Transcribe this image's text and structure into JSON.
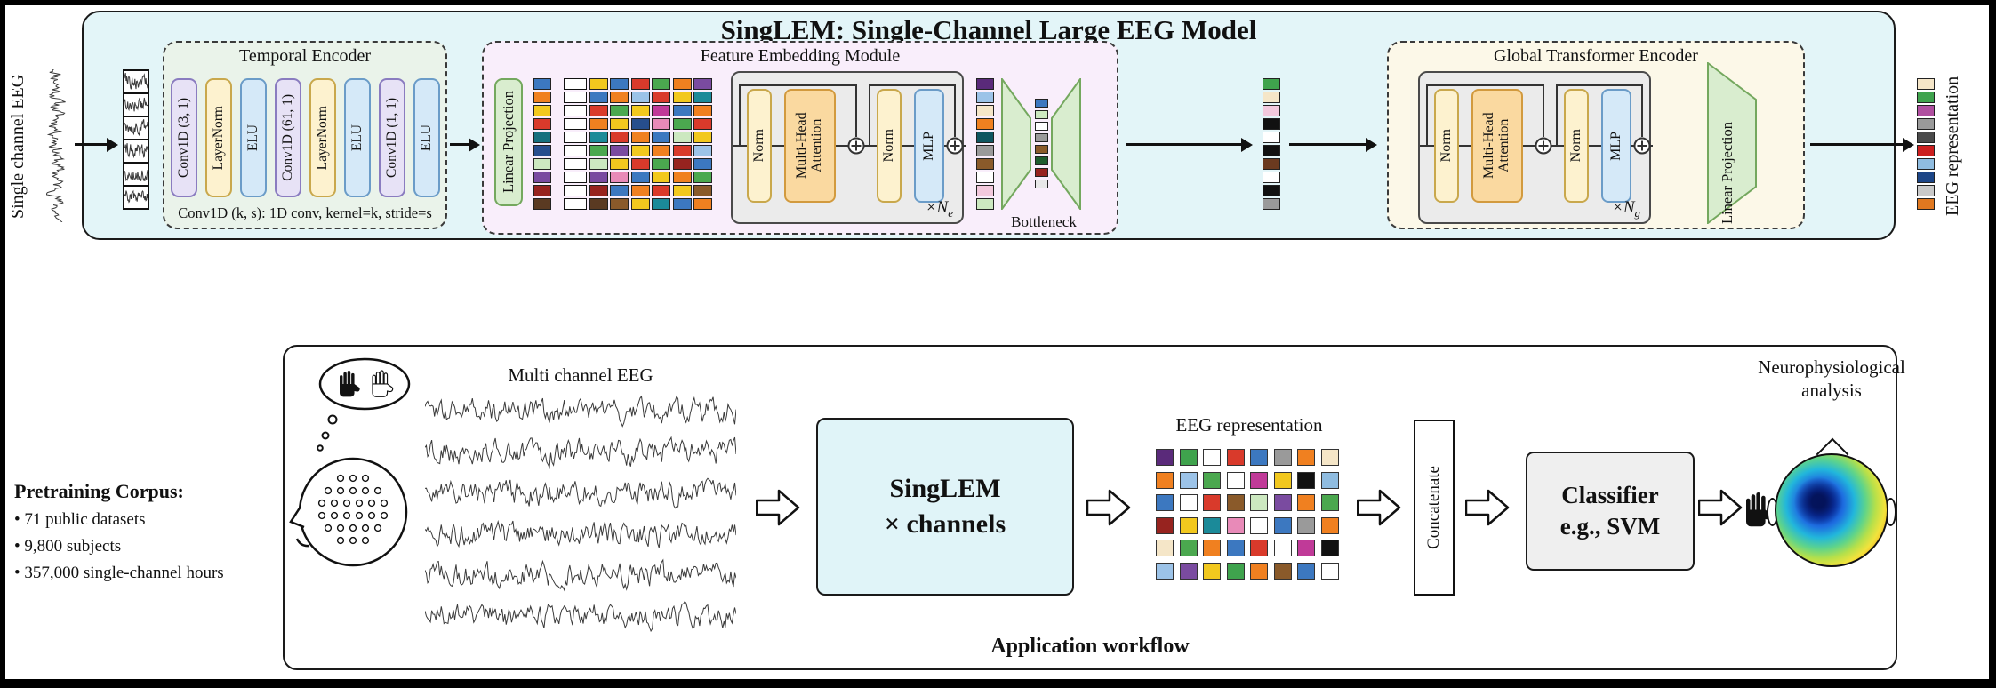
{
  "title": "SingLEM: Single-Channel Large EEG Model",
  "input_label": "Single channel EEG",
  "temporal_encoder": {
    "title": "Temporal Encoder",
    "blocks": [
      {
        "label": "Conv1D (3, 1)"
      },
      {
        "label": "LayerNorm"
      },
      {
        "label": "ELU"
      },
      {
        "label": "Conv1D (61, 1)"
      },
      {
        "label": "LayerNorm"
      },
      {
        "label": "ELU"
      },
      {
        "label": "Conv1D (1, 1)"
      },
      {
        "label": "ELU"
      }
    ],
    "caption": "Conv1D (k, s): 1D conv, kernel=k, stride=s"
  },
  "feature_embedding": {
    "title": "Feature Embedding Module",
    "linear_projection": "Linear Projection",
    "norm1": "Norm",
    "mha": "Multi-Head Attention",
    "norm2": "Norm",
    "mlp": "MLP",
    "repeat_prefix": "×N",
    "repeat_sub": "e",
    "bottleneck": "Bottleneck"
  },
  "global_encoder": {
    "title": "Global Transformer Encoder",
    "norm1": "Norm",
    "mha": "Multi-Head Attention",
    "norm2": "Norm",
    "mlp": "MLP",
    "repeat_prefix": "×N",
    "repeat_sub": "g",
    "linear_projection": "Linear Projection"
  },
  "output_label": "EEG representation",
  "pretraining": {
    "title": "Pretraining Corpus:",
    "items": [
      "71 public datasets",
      "9,800 subjects",
      "357,000 single-channel hours"
    ]
  },
  "workflow": {
    "multichannel_label": "Multi channel EEG",
    "model_name": "SingLEM",
    "model_sub": "× channels",
    "representation_label": "EEG representation",
    "concatenate": "Concatenate",
    "classifier_title": "Classifier",
    "classifier_sub": "e.g., SVM",
    "analysis_label_1": "Neurophysiological",
    "analysis_label_2": "analysis",
    "caption": "Application workflow"
  },
  "colors": {
    "panel_bg": "#e3f5f8",
    "temporal_bg": "#eaf3ea",
    "feature_bg": "#f9eefb",
    "global_bg": "#fcf8e8",
    "conv_block": "#e7e2f6",
    "layernorm_block": "#fdf2cf",
    "elu_block": "#d5e9f8",
    "attention_block": "#fad9a0",
    "mlp_block": "#d5e9f8",
    "linear_projection": "#d9edcf",
    "singlem_box": "#e0f4f8",
    "classifier_box": "#efefef"
  },
  "palettes": {
    "fem_input": [
      "#3c78c0",
      "#f08020",
      "#f2c81e",
      "#d93a2b",
      "#17707e",
      "#274e8d",
      "#cce8c0",
      "#7a4ba0",
      "#97231f",
      "#5a3a22"
    ],
    "fem_matrix": [
      [
        "#f2c81e",
        "#3c78c0",
        "#d93a2b",
        "#4ba84f",
        "#f08020",
        "#7a4ba0"
      ],
      [
        "#3c78c0",
        "#f08020",
        "#9cc3e8",
        "#d93a2b",
        "#f2c81e",
        "#1b8a99"
      ],
      [
        "#d93a2b",
        "#4ba84f",
        "#f2c81e",
        "#c03a98",
        "#3c78c0",
        "#f08020"
      ],
      [
        "#f08020",
        "#f2c81e",
        "#274e8d",
        "#e88ab8",
        "#4ba84f",
        "#d93a2b"
      ],
      [
        "#1b8a99",
        "#d93a2b",
        "#f08020",
        "#3c78c0",
        "#cce8c0",
        "#f2c81e"
      ],
      [
        "#4ba84f",
        "#7a4ba0",
        "#f2c81e",
        "#f08020",
        "#d93a2b",
        "#9cc3e8"
      ],
      [
        "#cce8c0",
        "#f2c81e",
        "#d93a2b",
        "#4ba84f",
        "#97231f",
        "#3c78c0"
      ],
      [
        "#7a4ba0",
        "#e88ab8",
        "#3c78c0",
        "#f2c81e",
        "#f08020",
        "#4ba84f"
      ],
      [
        "#97231f",
        "#3c78c0",
        "#f08020",
        "#d93a2b",
        "#f2c81e",
        "#8a5a2a"
      ],
      [
        "#5a3a22",
        "#8a5a2a",
        "#f2c81e",
        "#1b8a99",
        "#3c78c0",
        "#f08020"
      ]
    ],
    "fem_output": [
      "#5a2a7a",
      "#9cc3e8",
      "#f5e6c8",
      "#f08020",
      "#0f5560",
      "#9a9a9a",
      "#8a5a2a",
      "#ffffff",
      "#f3c9dd",
      "#cce8c0"
    ],
    "bottleneck": [
      "#3c78c0",
      "#cce8c0",
      "#ffffff",
      "#9a9a9a",
      "#8a5a2a",
      "#1e5c2e",
      "#97231f",
      "#e8e8e8"
    ],
    "gte_input": [
      "#3fa34d",
      "#f5e6c8",
      "#f3c9dd",
      "#111111",
      "#ffffff",
      "#111111",
      "#6b3a1f",
      "#ffffff",
      "#111111",
      "#9a9a9a"
    ],
    "eeg_repr": [
      "#f5e6c8",
      "#3fa34d",
      "#b04fa0",
      "#9a9a9a",
      "#4a4a4a",
      "#cc1f1f",
      "#8fbce0",
      "#1c4587",
      "#c9c9c9",
      "#e07820"
    ],
    "workflow_grid": [
      [
        "#5a2a7a",
        "#3fa34d",
        "#ffffff",
        "#d93a2b",
        "#3c78c0",
        "#9a9a9a",
        "#f08020",
        "#f5e6c8"
      ],
      [
        "#f08020",
        "#9cc3e8",
        "#4ba84f",
        "#ffffff",
        "#c03a98",
        "#f2c81e",
        "#111111",
        "#8fbce0"
      ],
      [
        "#3c78c0",
        "#ffffff",
        "#d93a2b",
        "#8a5a2a",
        "#cce8c0",
        "#7a4ba0",
        "#f08020",
        "#4ba84f"
      ],
      [
        "#97231f",
        "#f2c81e",
        "#1b8a99",
        "#e88ab8",
        "#ffffff",
        "#3c78c0",
        "#9a9a9a",
        "#f08020"
      ],
      [
        "#f5e6c8",
        "#4ba84f",
        "#f08020",
        "#3c78c0",
        "#d93a2b",
        "#ffffff",
        "#c03a98",
        "#111111"
      ],
      [
        "#9cc3e8",
        "#7a4ba0",
        "#f2c81e",
        "#3fa34d",
        "#f08020",
        "#8a5a2a",
        "#3c78c0",
        "#ffffff"
      ]
    ]
  }
}
